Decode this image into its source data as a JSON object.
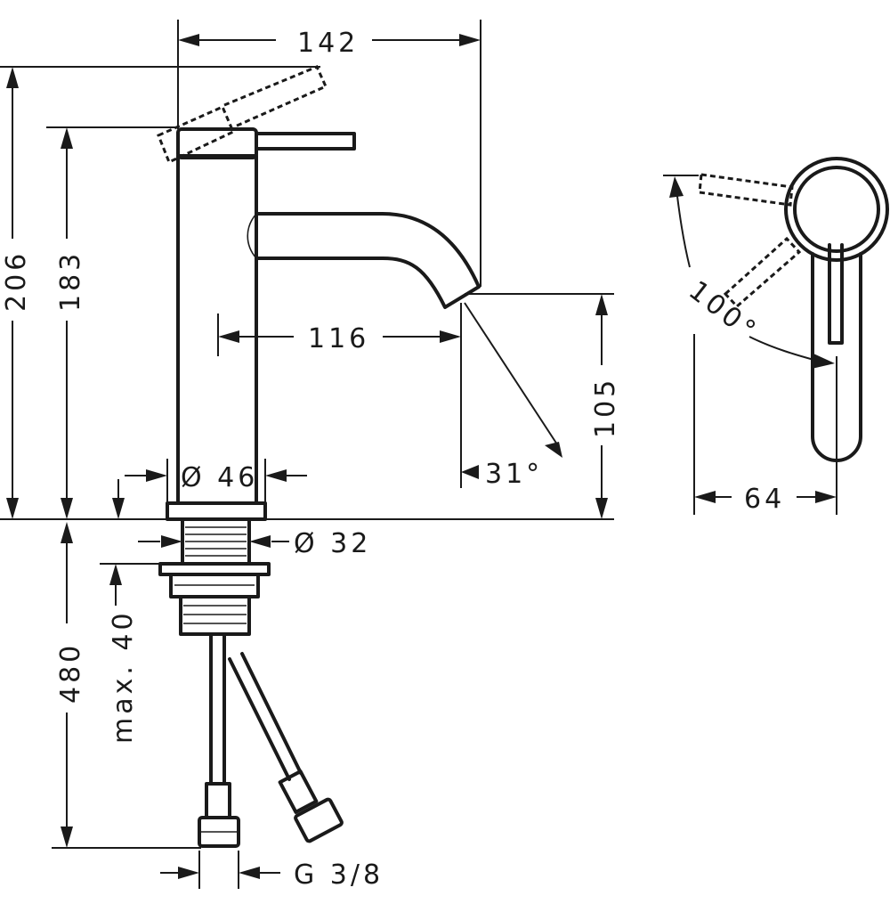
{
  "dimensions": {
    "overall_width": "142",
    "total_height": "206",
    "body_height": "183",
    "spout_reach": "116",
    "spout_clearance": "105",
    "body_diameter": "Ø 46",
    "shank_diameter": "Ø 32",
    "hose_length": "480",
    "max_deck_thickness": "max. 40",
    "spray_angle": "31°",
    "connection_thread": "G 3/8",
    "lever_rotation": "100°",
    "side_depth": "64"
  }
}
